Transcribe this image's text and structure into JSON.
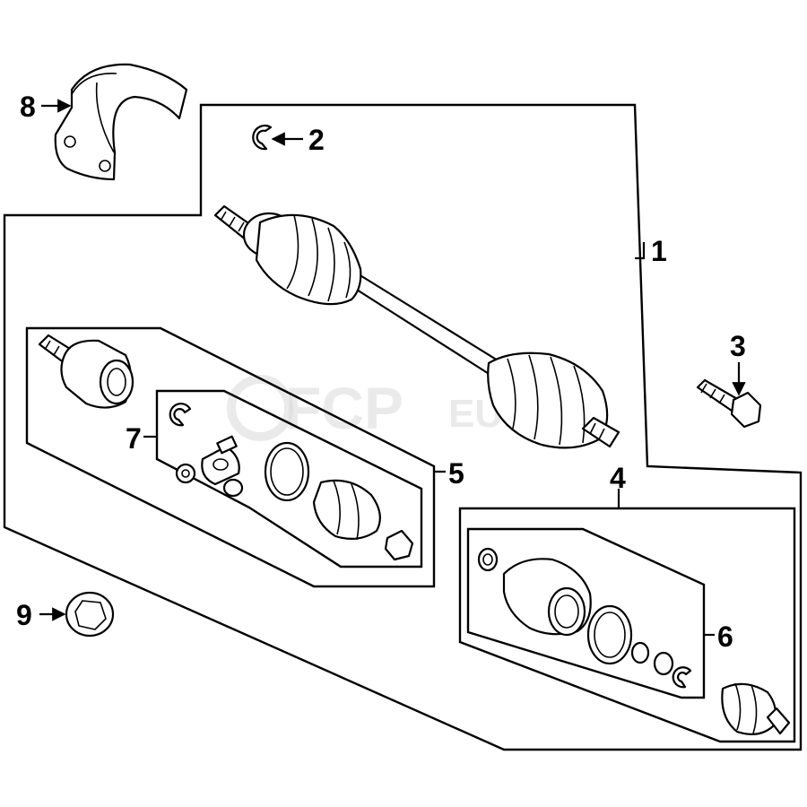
{
  "diagram": {
    "watermark": {
      "brand_main": "FCP",
      "brand_sub": "EURO"
    },
    "callouts": [
      {
        "id": "c1",
        "label": "1"
      },
      {
        "id": "c2",
        "label": "2"
      },
      {
        "id": "c3",
        "label": "3"
      },
      {
        "id": "c4",
        "label": "4"
      },
      {
        "id": "c5",
        "label": "5"
      },
      {
        "id": "c6",
        "label": "6"
      },
      {
        "id": "c7",
        "label": "7"
      },
      {
        "id": "c8",
        "label": "8"
      },
      {
        "id": "c9",
        "label": "9"
      }
    ],
    "parts": [
      {
        "callout": "1",
        "icon": "axle-shaft-icon"
      },
      {
        "callout": "2",
        "icon": "snap-ring-icon"
      },
      {
        "callout": "3",
        "icon": "hex-bolt-icon"
      },
      {
        "callout": "4",
        "icon": "outer-cv-joint-icon"
      },
      {
        "callout": "5",
        "icon": "inner-cv-joint-icon"
      },
      {
        "callout": "6",
        "icon": "outer-boot-kit-icon"
      },
      {
        "callout": "7",
        "icon": "inner-boot-kit-icon"
      },
      {
        "callout": "8",
        "icon": "heat-shield-icon"
      },
      {
        "callout": "9",
        "icon": "seal-icon"
      }
    ]
  }
}
